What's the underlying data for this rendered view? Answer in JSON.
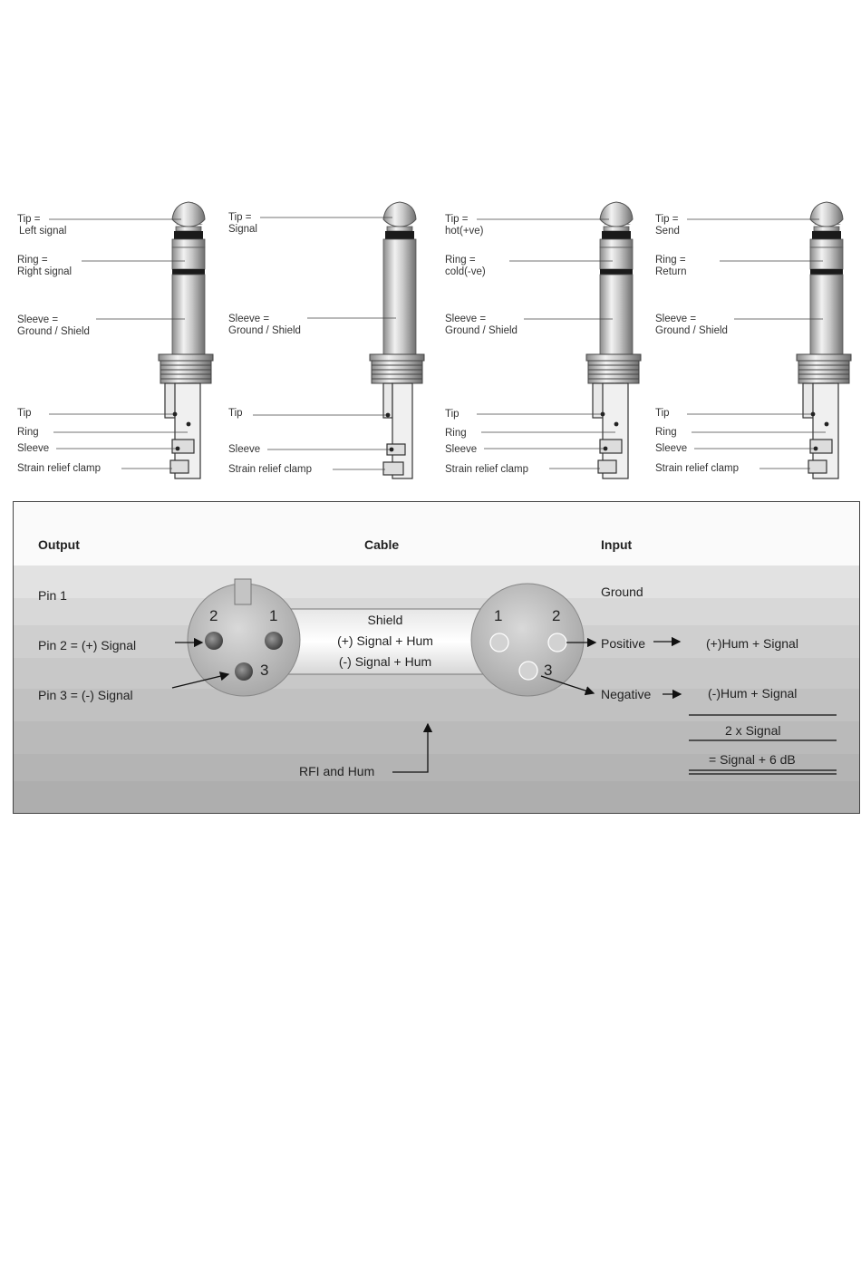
{
  "jacks": [
    {
      "tip": [
        "Tip =",
        "Left signal"
      ],
      "ring": [
        "Ring =",
        "Right signal"
      ],
      "sleeve": [
        "Sleeve =",
        "Ground / Shield"
      ],
      "terms": [
        "Tip",
        "Ring",
        "Sleeve",
        "Strain relief clamp"
      ]
    },
    {
      "tip": [
        "Tip =",
        "Signal"
      ],
      "ring": null,
      "sleeve": [
        "Sleeve =",
        "Ground / Shield"
      ],
      "terms": [
        "Tip",
        "Sleeve",
        "Strain relief clamp"
      ]
    },
    {
      "tip": [
        "Tip =",
        "hot(+ve)"
      ],
      "ring": [
        "Ring =",
        "cold(-ve)"
      ],
      "sleeve": [
        "Sleeve =",
        "Ground / Shield"
      ],
      "terms": [
        "Tip",
        "Ring",
        "Sleeve",
        "Strain relief clamp"
      ]
    },
    {
      "tip": [
        "Tip =",
        "Send"
      ],
      "ring": [
        "Ring =",
        "Return"
      ],
      "sleeve": [
        "Sleeve =",
        "Ground / Shield"
      ],
      "terms": [
        "Tip",
        "Ring",
        "Sleeve",
        "Strain relief clamp"
      ]
    }
  ],
  "xlr": {
    "headers": {
      "output": "Output",
      "cable": "Cable",
      "input": "Input"
    },
    "output_pins": [
      "Pin 1",
      "Pin 2 = (+) Signal",
      "Pin 3 = (-) Signal"
    ],
    "left_pin_numbers": [
      "2",
      "1",
      "3"
    ],
    "right_pin_numbers": [
      "1",
      "2",
      "3"
    ],
    "cable_lines": [
      "Shield",
      "(+) Signal + Hum",
      "(-) Signal + Hum"
    ],
    "input_labels": [
      "Ground",
      "Positive",
      "Negative"
    ],
    "results": [
      "(+)Hum + Signal",
      "(-)Hum + Signal"
    ],
    "sum": "2 x Signal",
    "total": "= Signal + 6 dB",
    "rfi": "RFI and Hum"
  }
}
